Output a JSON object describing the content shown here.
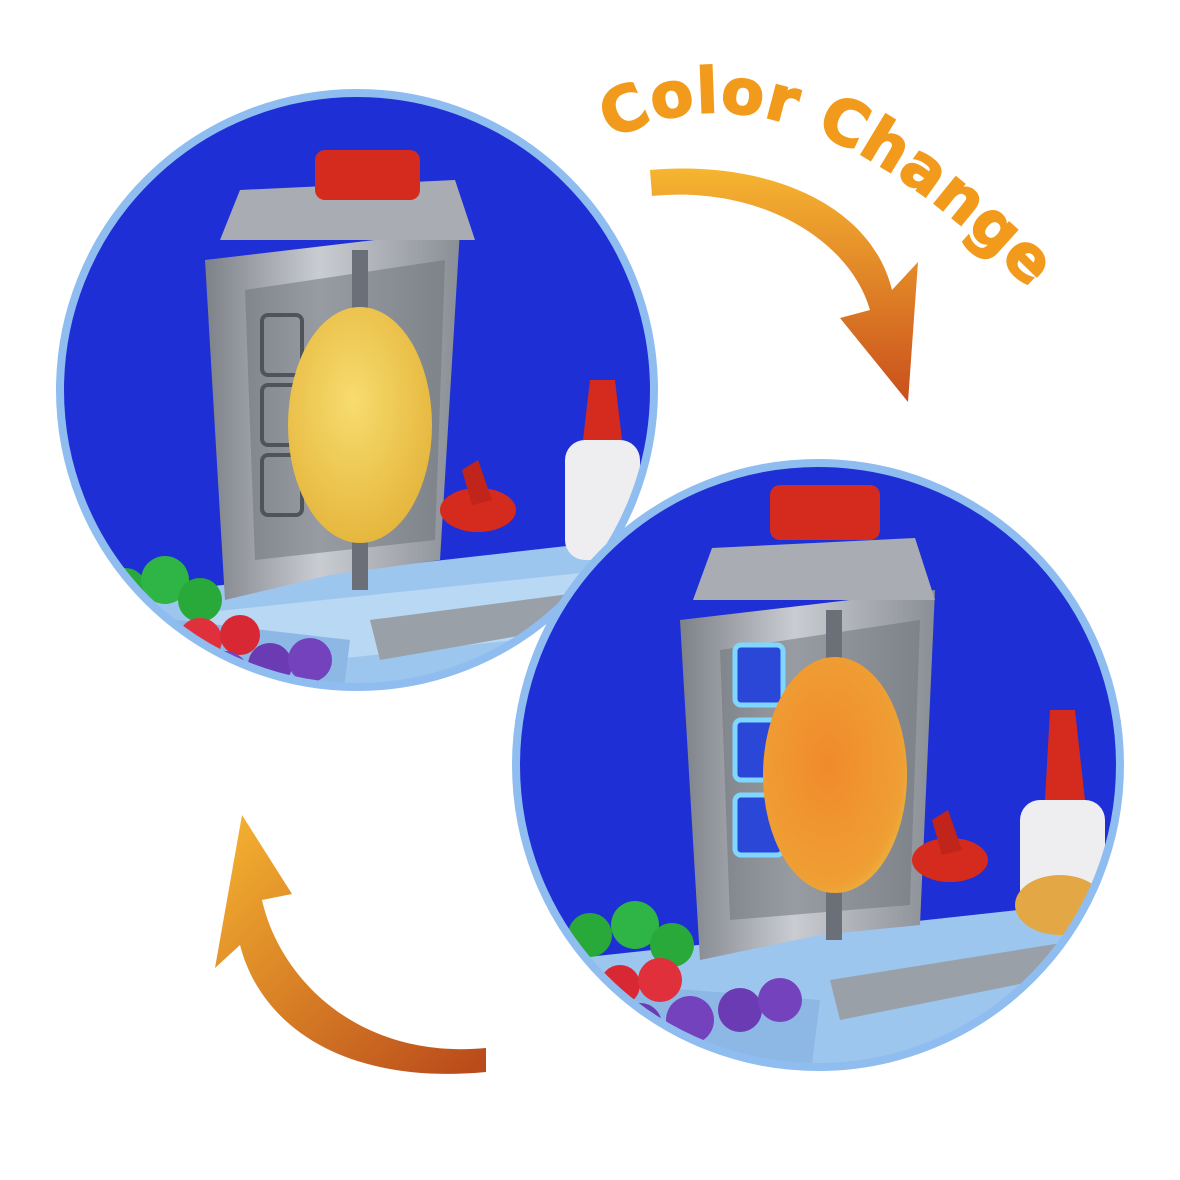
{
  "headline": {
    "text": "Color Change"
  },
  "colors": {
    "background": "#ffffff",
    "circle_fill": "#1e2fd6",
    "circle_ring": "#8fbdf0",
    "headline": "#f29a1c",
    "arrow_top": "#f6b531",
    "arrow_bottom": "#c94f1c",
    "dough_before": "#f2c94a",
    "dough_after": "#f08a2c"
  },
  "panels": [
    {
      "name": "before",
      "dough_state": "yellow",
      "led": "off"
    },
    {
      "name": "after",
      "dough_state": "orange",
      "led": "on"
    }
  ]
}
